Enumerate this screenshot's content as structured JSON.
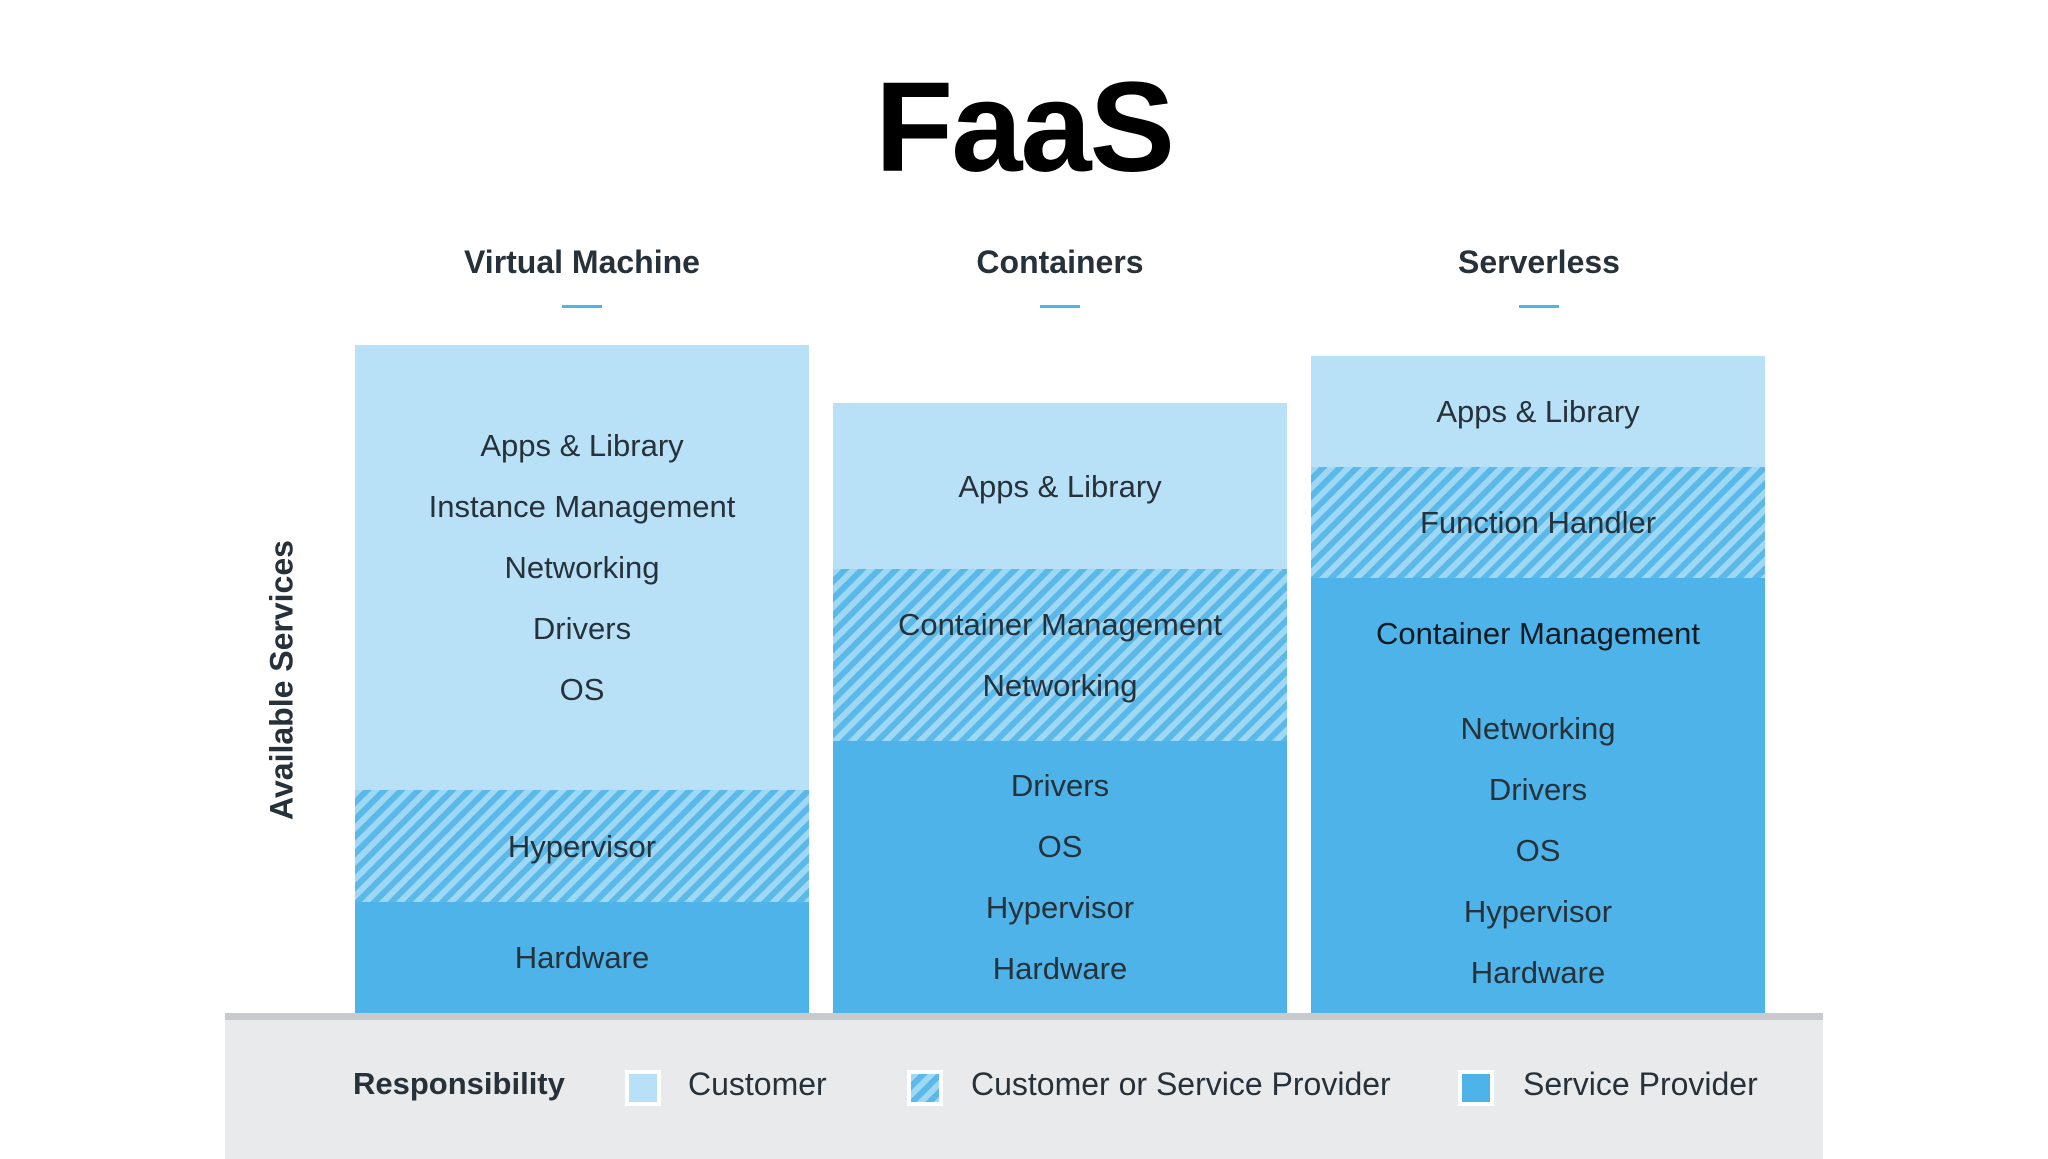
{
  "title": "FaaS",
  "axis_label": "Available Services",
  "columns": [
    {
      "name": "Virtual Machine",
      "segments": [
        {
          "type": "customer",
          "items": [
            "Apps & Library",
            "Instance Management",
            "Networking",
            "Drivers",
            "OS"
          ]
        },
        {
          "type": "shared",
          "items": [
            "Hypervisor"
          ]
        },
        {
          "type": "provider",
          "items": [
            "Hardware"
          ]
        }
      ]
    },
    {
      "name": "Containers",
      "segments": [
        {
          "type": "customer",
          "items": [
            "Apps & Library"
          ]
        },
        {
          "type": "shared",
          "items": [
            "Container Management",
            "Networking"
          ]
        },
        {
          "type": "provider",
          "items": [
            "Drivers",
            "OS",
            "Hypervisor",
            "Hardware"
          ]
        }
      ]
    },
    {
      "name": "Serverless",
      "segments": [
        {
          "type": "customer",
          "items": [
            "Apps & Library"
          ]
        },
        {
          "type": "shared",
          "items": [
            "Function Handler"
          ]
        },
        {
          "type": "provider",
          "items": [
            "Container Management"
          ]
        },
        {
          "type": "provider",
          "items": [
            "Networking",
            "Drivers",
            "OS",
            "Hypervisor",
            "Hardware"
          ]
        }
      ]
    }
  ],
  "legend": {
    "title": "Responsibility",
    "items": [
      {
        "type": "customer",
        "label": "Customer"
      },
      {
        "type": "shared",
        "label": "Customer or Service Provider"
      },
      {
        "type": "provider",
        "label": "Service Provider"
      }
    ]
  },
  "colors": {
    "customer": "#b8e1f7",
    "shared": "#7ccaf0",
    "provider": "#4db3e8",
    "accent": "#4db6e8"
  }
}
